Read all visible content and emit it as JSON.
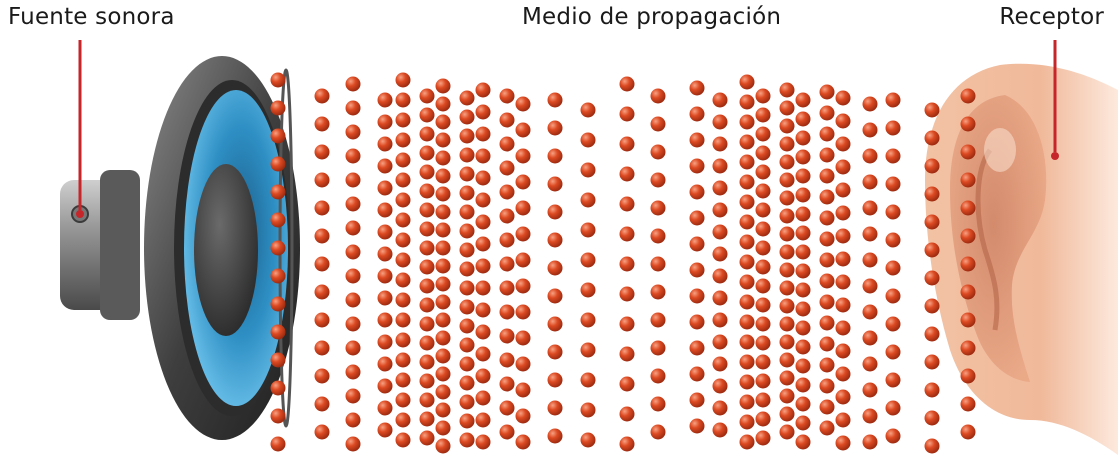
{
  "labels": {
    "source": "Fuente sonora",
    "medium": "Medio de propagación",
    "receiver": "Receptor"
  },
  "colors": {
    "particle": "#d8401c",
    "particle_highlight": "#f7a183",
    "pointer_line": "#c6252a",
    "speaker_cone": "#2e8fc4",
    "speaker_frame": "#4a4a4a",
    "skin": "#f0b99a"
  },
  "icons": {
    "source": "speaker-icon",
    "receiver": "ear-icon",
    "particle": "air-particle"
  }
}
